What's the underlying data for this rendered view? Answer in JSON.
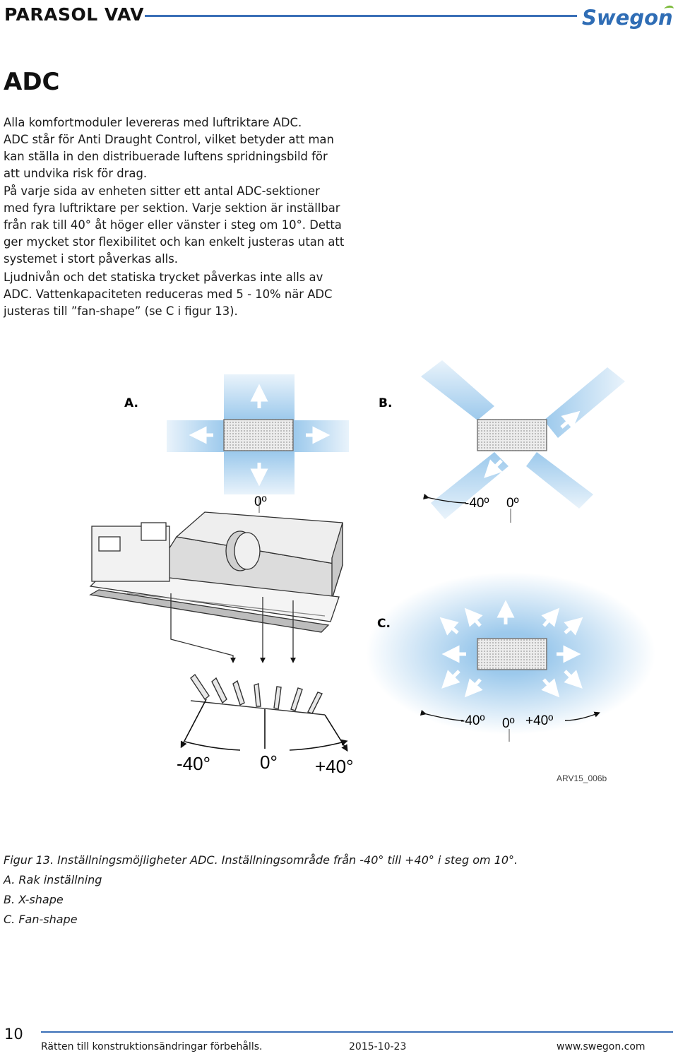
{
  "header": {
    "title": "PARASOL VAV",
    "logo_text": "Swegon"
  },
  "section_title": "ADC",
  "paragraphs": [
    {
      "lines": [
        "Alla komfortmoduler levereras med luftriktare ADC.",
        "ADC står för Anti Draught Control, vilket betyder att man",
        "kan ställa in den distribuerade luftens spridningsbild för",
        "att undvika risk för drag."
      ]
    },
    {
      "lines": [
        "På varje sida av enheten sitter ett antal ADC-sektioner",
        "med fyra luftriktare per sektion. Varje sektion är inställbar",
        "från rak till 40° åt höger eller vänster i steg om 10°. Detta",
        "ger mycket stor flexibilitet och kan enkelt justeras utan att",
        "systemet i stort påverkas alls."
      ]
    },
    {
      "lines": [
        "Ljudnivån och det statiska trycket påverkas inte alls av",
        "ADC. Vattenkapaciteten reduceras med 5 - 10% när ADC",
        "justeras till ”fan-shape” (se C i figur 13)."
      ]
    }
  ],
  "figure": {
    "label_a": "A.",
    "label_b": "B.",
    "label_c": "C.",
    "a_angle": "0º",
    "b_angle_left": "-40º",
    "b_angle_zero": "0º",
    "c_angle_left": "-40º",
    "c_angle_zero": "0º",
    "c_angle_right": "+40º",
    "big_left": "-40°",
    "big_zero": "0°",
    "big_right": "+40°",
    "code": "ARV15_006b",
    "colors": {
      "air": "#9cc9ec",
      "grille": "#e4e4e4",
      "arrow": "#ffffff"
    }
  },
  "caption": {
    "line1": "Figur 13. Inställningsmöjligheter ADC. Inställningsområde från -40° till +40° i steg om 10°.",
    "line2": "A. Rak inställning",
    "line3": "B. X-shape",
    "line4": "C. Fan-shape"
  },
  "footer": {
    "page_number": "10",
    "notice": "Rätten till konstruktionsändringar förbehålls.",
    "date": "2015-10-23",
    "url": "www.swegon.com"
  }
}
